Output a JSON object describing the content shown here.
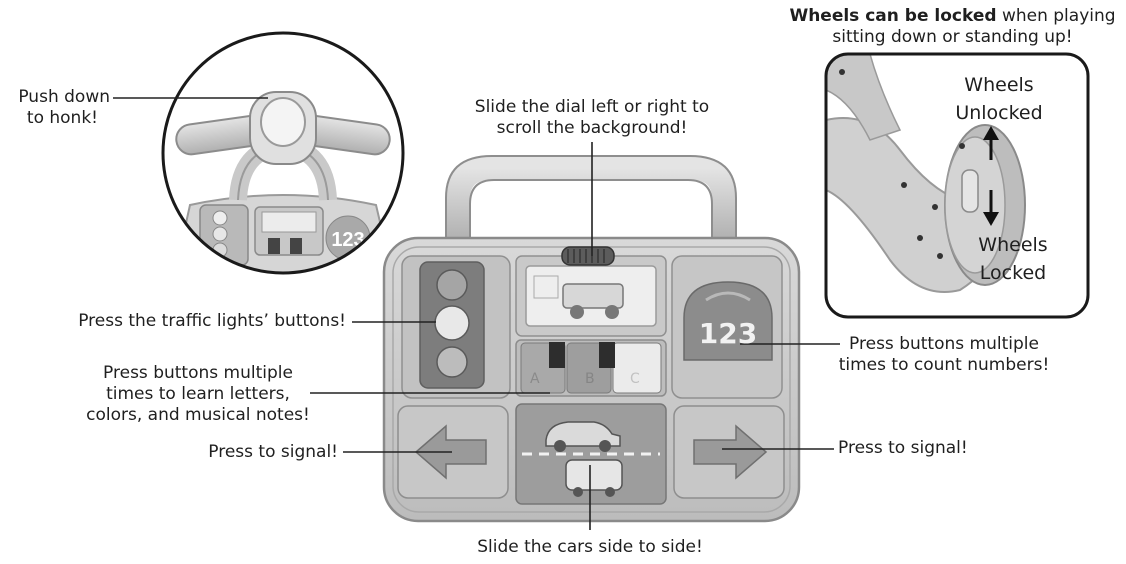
{
  "callouts": {
    "honk_line1": "Push down",
    "honk_line2": "to honk!",
    "dial_line1": "Slide the dial left or right to",
    "dial_line2": "scroll the background!",
    "lock_bold": "Wheels can be locked",
    "lock_rest": " when playing",
    "lock_line2": "sitting down or standing up!",
    "traffic": "Press the traffic lights’ buttons!",
    "letters_line1": "Press buttons multiple",
    "letters_line2": "times to learn letters,",
    "letters_line3": "colors, and musical notes!",
    "signal_left": "Press to signal!",
    "signal_right": "Press to signal!",
    "count_line1": "Press buttons multiple",
    "count_line2": "times to count numbers!",
    "cars": "Slide the cars side to side!"
  },
  "wheel_inset": {
    "unlocked_line1": "Wheels",
    "unlocked_line2": "Unlocked",
    "locked_line1": "Wheels",
    "locked_line2": "Locked"
  },
  "panel": {
    "number_badge": "123",
    "piano_keys": [
      "A",
      "B",
      "C"
    ]
  },
  "colors": {
    "panel_body": "#cfcfcf",
    "panel_dark": "#8a8a8a",
    "leader_line": "#222222"
  }
}
